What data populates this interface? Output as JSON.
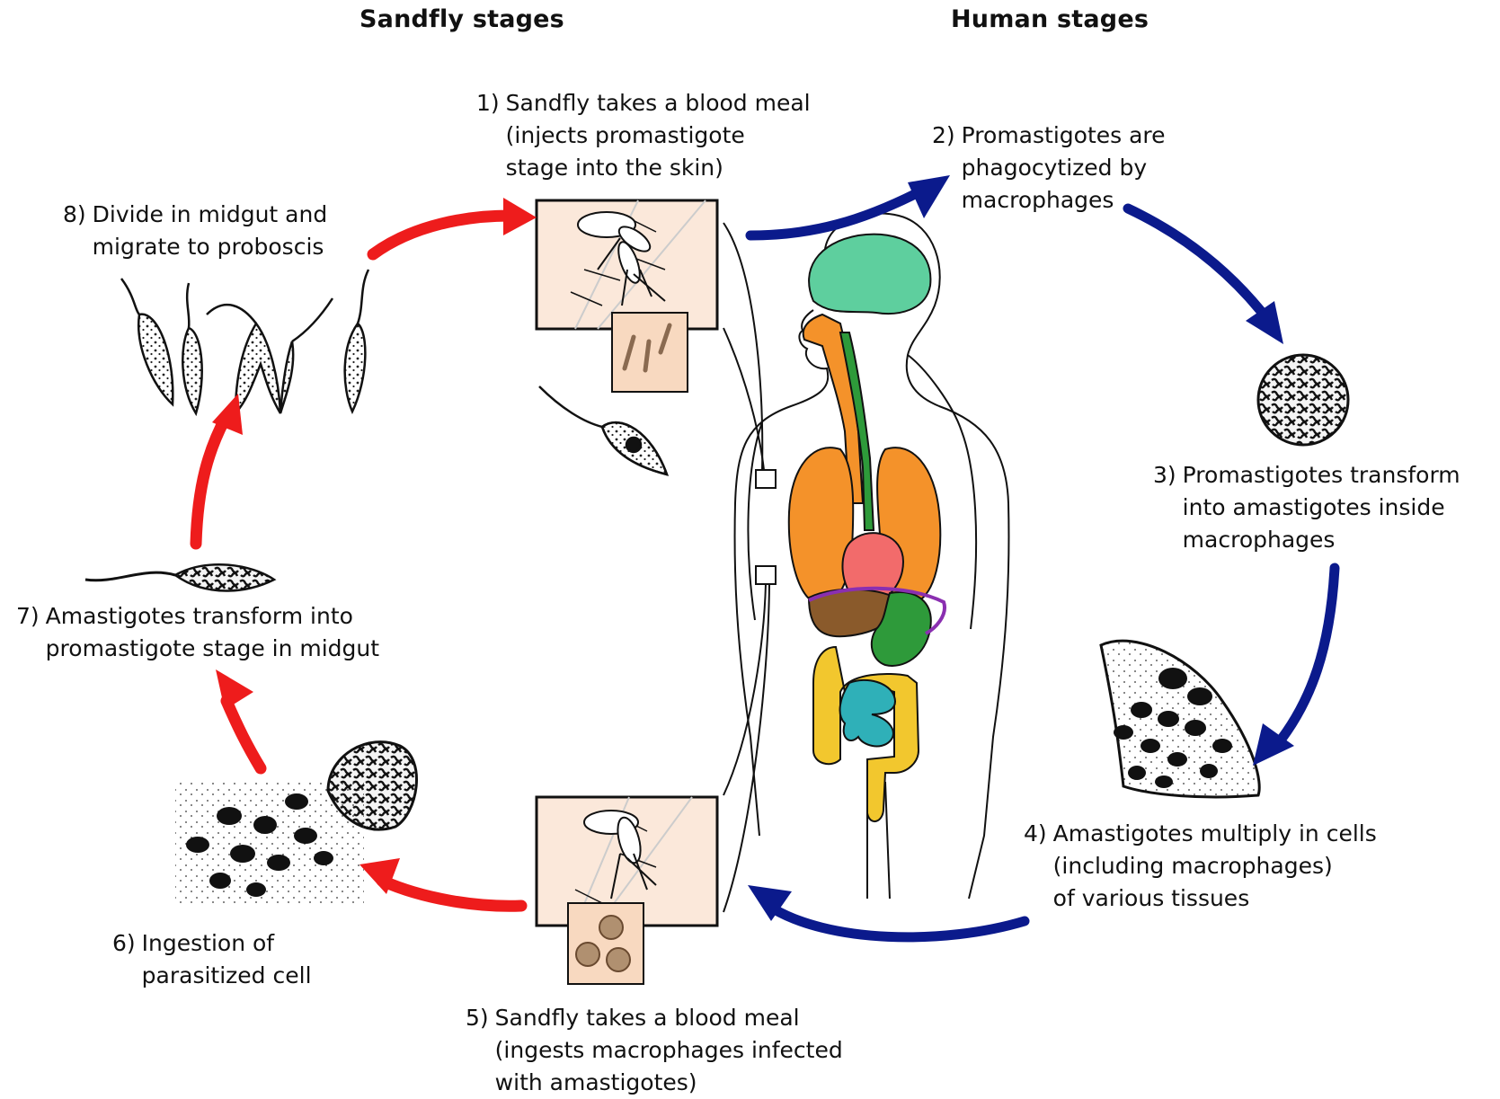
{
  "headers": {
    "sandfly": "Sandfly stages",
    "human": "Human stages"
  },
  "colors": {
    "sandfly_arrow": "#ee1c1c",
    "human_arrow": "#0b1a8c",
    "inset_bg": "#fbe8da",
    "brain": "#5ecf9e",
    "lungs": "#f4922a",
    "heart": "#f26b6b",
    "stomach": "#2e9a3a",
    "liver": "#8a5a2b",
    "spleen_outline": "#8a2fb0",
    "colon": "#f2c72e",
    "small_intestine": "#2fb0b8"
  },
  "steps": [
    {
      "num": "1)",
      "lines": [
        "Sandfly takes a blood meal",
        "(injects promastigote",
        "stage into the skin)"
      ]
    },
    {
      "num": "2)",
      "lines": [
        "Promastigotes are",
        "phagocytized by",
        "macrophages"
      ]
    },
    {
      "num": "3)",
      "lines": [
        "Promastigotes transform",
        "into amastigotes inside",
        "macrophages"
      ]
    },
    {
      "num": "4)",
      "lines": [
        "Amastigotes multiply in cells",
        "(including macrophages)",
        "of various tissues"
      ]
    },
    {
      "num": "5)",
      "lines": [
        "Sandfly takes a blood meal",
        "(ingests macrophages infected",
        "with amastigotes)"
      ]
    },
    {
      "num": "6)",
      "lines": [
        "Ingestion of",
        "parasitized cell"
      ]
    },
    {
      "num": "7)",
      "lines": [
        "Amastigotes transform into",
        "promastigote stage in midgut"
      ]
    },
    {
      "num": "8)",
      "lines": [
        "Divide in midgut and",
        "migrate to proboscis"
      ]
    }
  ]
}
